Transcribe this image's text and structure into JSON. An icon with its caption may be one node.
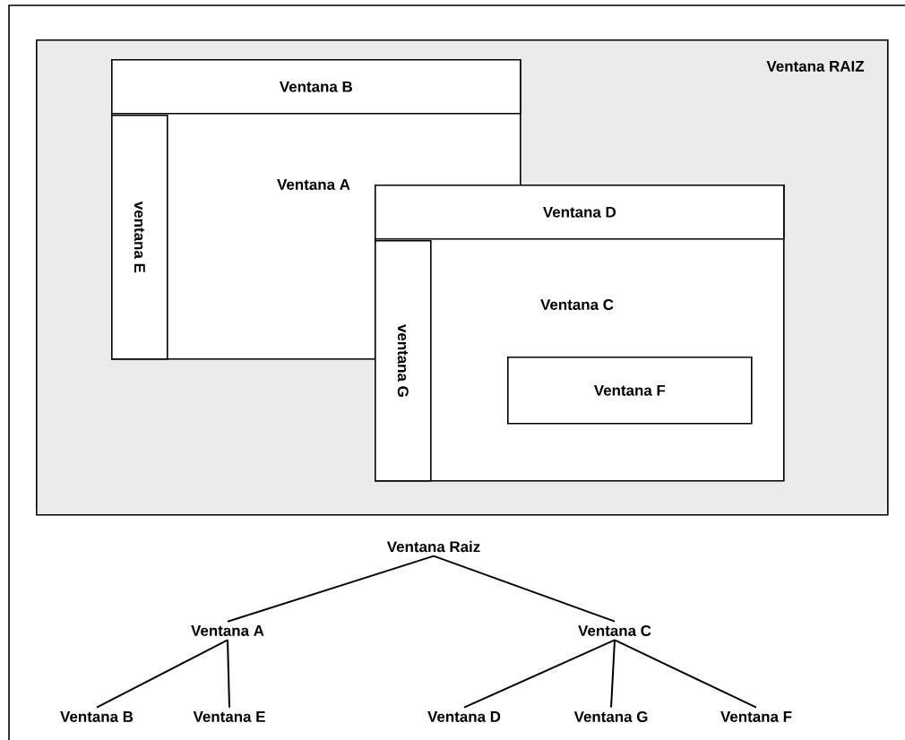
{
  "diagram": {
    "nodes": [
      {
        "text": [
          "Ventana RAIZ"
        ]
      },
      {
        "text": [
          "Ventana A"
        ],
        "in": 0
      },
      {
        "text": [
          "Ventana B"
        ],
        "in": 1
      },
      {
        "text": [
          "ventana E"
        ],
        "in": 1
      },
      {
        "text": [
          "Ventana C"
        ],
        "in": 0
      },
      {
        "text": [
          "Ventana D"
        ],
        "in": 4
      },
      {
        "text": [
          "ventana G"
        ],
        "in": 4
      },
      {
        "text": [
          "Ventana F"
        ],
        "in": 4
      },
      {
        "text": [
          "Ventana Raiz"
        ]
      },
      {
        "text": [
          "Ventana A"
        ]
      },
      {
        "text": [
          "Ventana C"
        ]
      },
      {
        "text": [
          "Ventana B"
        ]
      },
      {
        "text": [
          "Ventana E"
        ]
      },
      {
        "text": [
          "Ventana D"
        ]
      },
      {
        "text": [
          "Ventana G"
        ]
      },
      {
        "text": [
          "Ventana F"
        ]
      }
    ],
    "edges": [
      {
        "from": 8,
        "to": 9,
        "arrow": "none"
      },
      {
        "from": 8,
        "to": 10,
        "arrow": "none"
      },
      {
        "from": 9,
        "to": 11,
        "arrow": "none"
      },
      {
        "from": 9,
        "to": 12,
        "arrow": "none"
      },
      {
        "from": 10,
        "to": 13,
        "arrow": "none"
      },
      {
        "from": 10,
        "to": 14,
        "arrow": "none"
      },
      {
        "from": 10,
        "to": 15,
        "arrow": "none"
      }
    ]
  }
}
